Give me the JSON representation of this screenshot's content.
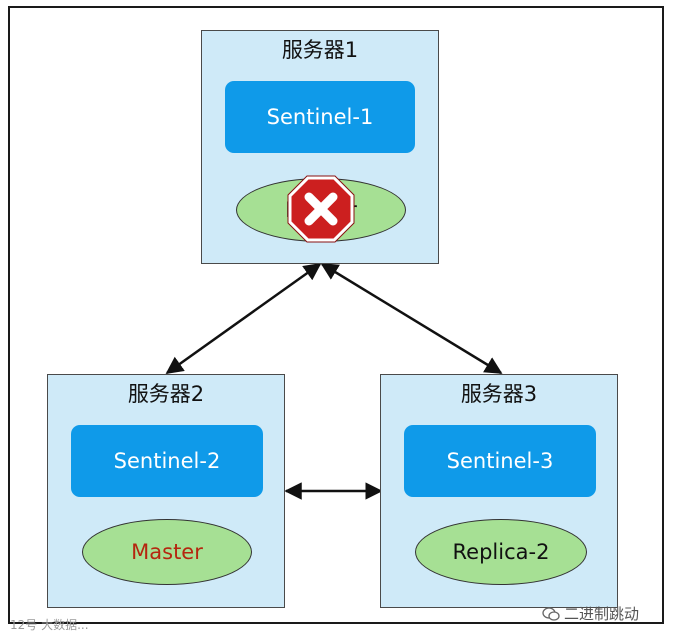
{
  "servers": [
    {
      "title": "服务器1",
      "sentinel": "Sentinel-1",
      "node": "Master"
    },
    {
      "title": "服务器2",
      "sentinel": "Sentinel-2",
      "node": "Master"
    },
    {
      "title": "服务器3",
      "sentinel": "Sentinel-3",
      "node": "Replica-2"
    }
  ],
  "failure_icon": "stop-sign-x-icon",
  "watermarks": {
    "left": "12号 大数据...",
    "right": "二进制跳动"
  },
  "colors": {
    "server_bg": "#cfeaf8",
    "sentinel_bg": "#0f9ae9",
    "node_bg": "#a6e094",
    "master_text_active": "#b5260f",
    "stop_sign": "#cc1f1f"
  }
}
